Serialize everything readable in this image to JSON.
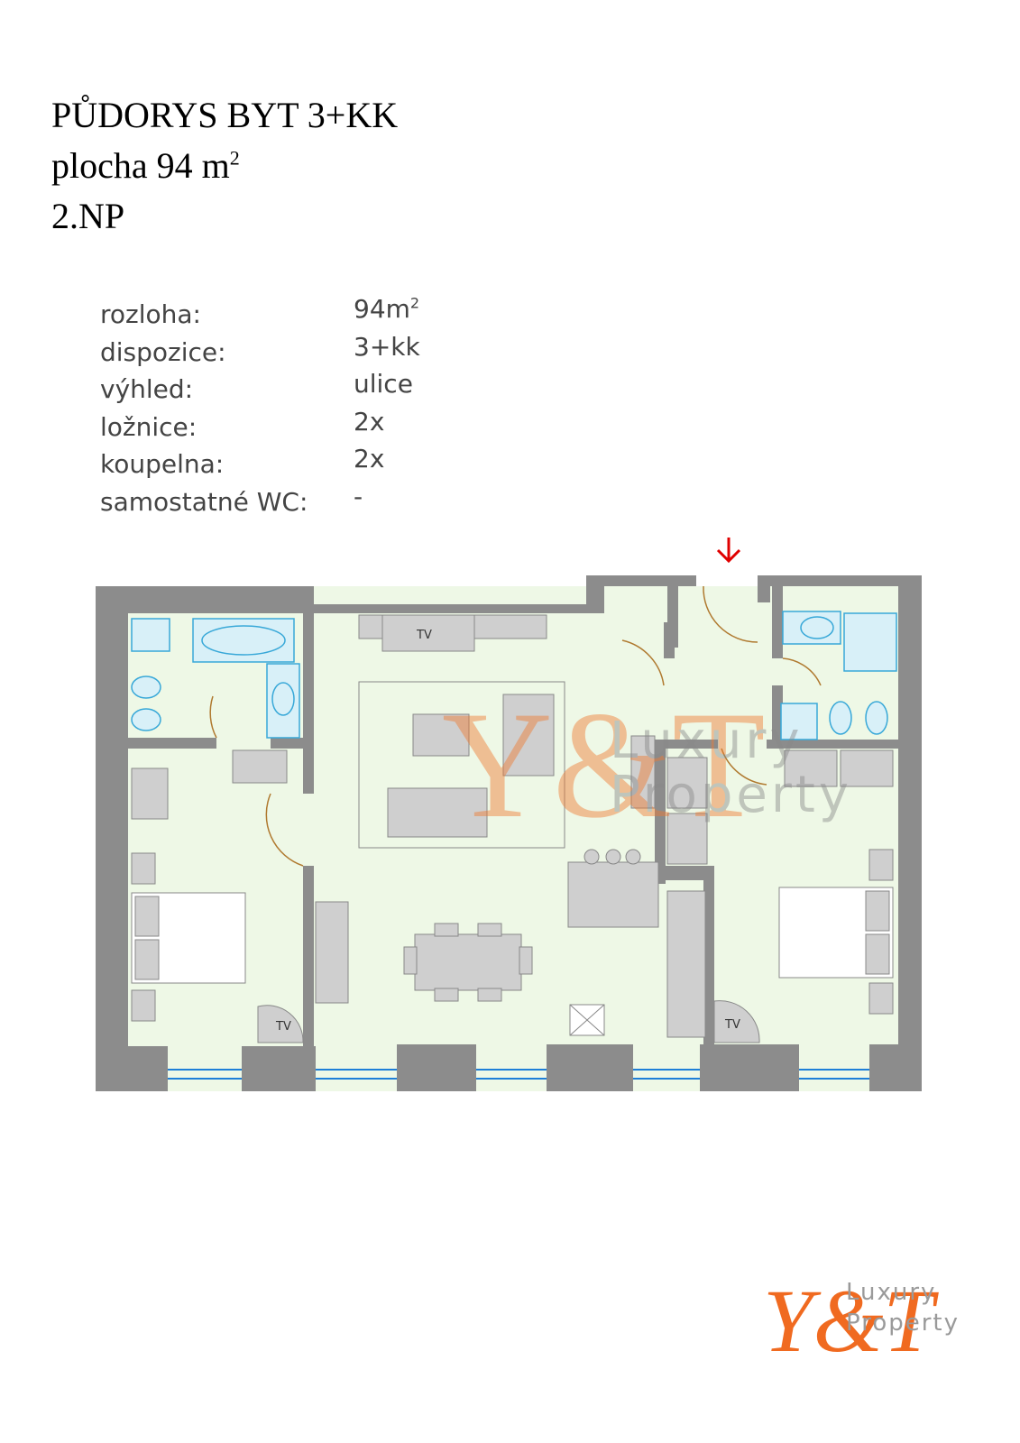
{
  "title": {
    "line1": "PŮDORYS BYT 3+KK",
    "line2_text": "plocha 94 m",
    "line2_sup": "2",
    "line3": "2.NP"
  },
  "specs": [
    {
      "label": "rozloha:",
      "value": "94m",
      "sup": "2"
    },
    {
      "label": "dispozice:",
      "value": "3+kk",
      "sup": ""
    },
    {
      "label": "výhled:",
      "value": "ulice",
      "sup": ""
    },
    {
      "label": "ložnice:",
      "value": "2x",
      "sup": ""
    },
    {
      "label": "koupelna:",
      "value": "2x",
      "sup": ""
    },
    {
      "label": "samostatné WC:",
      "value": "-",
      "sup": ""
    }
  ],
  "floorplan": {
    "tv_labels": [
      "TV",
      "TV",
      "TV"
    ],
    "entrance_icon": "red-down-arrow-icon",
    "watermark_text": [
      "Luxury",
      "Property"
    ],
    "colors": {
      "wall": "#8c8c8c",
      "floor": "#eef8e6",
      "bath": "#d8f0f8",
      "furniture": "#cfcfcf",
      "window": "#1e7fd8",
      "door": "#b07a30",
      "entrance": "#e00000"
    }
  },
  "logo": {
    "text_line1": "Luxury",
    "text_line2": "Property",
    "accent": "#f06a20"
  }
}
